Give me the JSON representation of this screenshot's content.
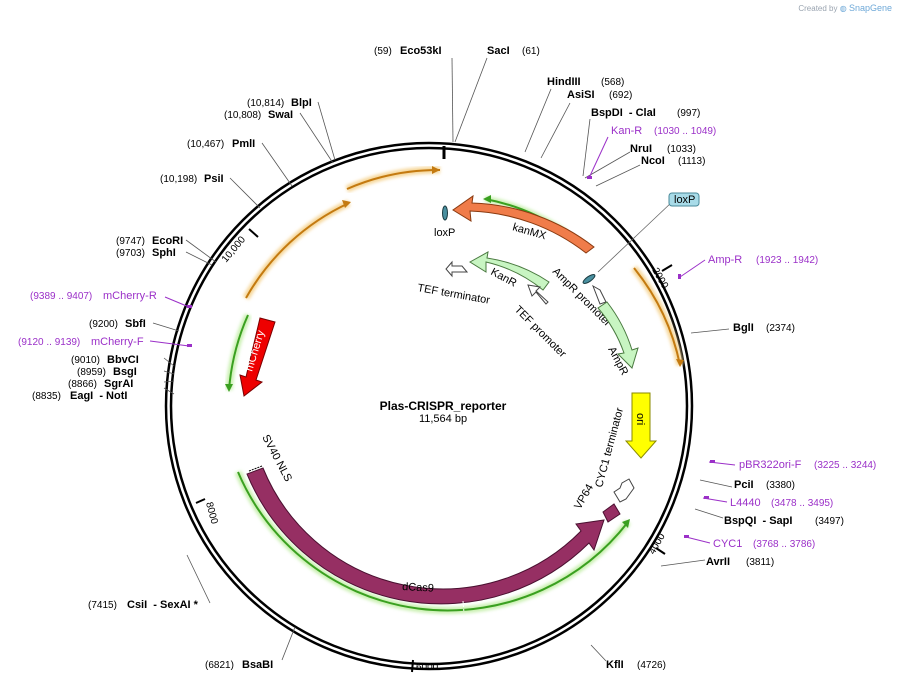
{
  "credit": {
    "prefix": "Created by",
    "brand": "SnapGene"
  },
  "plasmid": {
    "name": "Plas-CRISPR_reporter",
    "size": "11,564 bp"
  },
  "ticks": [
    "10,000",
    "2000",
    "4000",
    "6000",
    "8000"
  ],
  "features": {
    "kanMX": "kanMX",
    "KanR": "KanR",
    "AmpR": "AmpR",
    "AmpR_promoter": "AmpR promoter",
    "TEF_promoter": "TEF promoter",
    "TEF_terminator": "TEF terminator",
    "loxP": "loxP",
    "loxP_box": "loxP",
    "ori": "ori",
    "CYC1_terminator": "CYC1 terminator",
    "VP64": "VP64",
    "SV40_NLS": "SV40 NLS",
    "dCas9": "dCas9",
    "mCherry": "mCherry"
  },
  "enzymes": {
    "Eco53kI": {
      "name": "Eco53kI",
      "pos": "(59)"
    },
    "SacI": {
      "name": "SacI",
      "pos": "(61)"
    },
    "HindIII": {
      "name": "HindIII",
      "pos": "(568)"
    },
    "AsiSI": {
      "name": "AsiSI",
      "pos": "(692)"
    },
    "BspDI_ClaI": {
      "name": "BspDI  - ClaI",
      "pos": "(997)"
    },
    "NruI": {
      "name": "NruI",
      "pos": "(1033)"
    },
    "NcoI": {
      "name": "NcoI",
      "pos": "(1113)"
    },
    "BglI": {
      "name": "BglI",
      "pos": "(2374)"
    },
    "PciI": {
      "name": "PciI",
      "pos": "(3380)"
    },
    "BspQI_SapI": {
      "name": "BspQI  - SapI",
      "pos": "(3497)"
    },
    "AvrII": {
      "name": "AvrII",
      "pos": "(3811)"
    },
    "KflI": {
      "name": "KflI",
      "pos": "(4726)"
    },
    "BsaBI": {
      "name": "BsaBI",
      "pos": "(6821)"
    },
    "CsiI_SexAI": {
      "name": "CsiI  - SexAI *",
      "pos": "(7415)"
    },
    "EagI_NotI": {
      "name": "EagI  - NotI",
      "pos": "(8835)"
    },
    "SgrAI": {
      "name": "SgrAI",
      "pos": "(8866)"
    },
    "BsgI": {
      "name": "BsgI",
      "pos": "(8959)"
    },
    "BbvCI": {
      "name": "BbvCI",
      "pos": "(9010)"
    },
    "SbfI": {
      "name": "SbfI",
      "pos": "(9200)"
    },
    "SphI": {
      "name": "SphI",
      "pos": "(9703)"
    },
    "EcoRI": {
      "name": "EcoRI",
      "pos": "(9747)"
    },
    "PsiI": {
      "name": "PsiI",
      "pos": "(10,198)"
    },
    "PmlI": {
      "name": "PmlI",
      "pos": "(10,467)"
    },
    "SwaI": {
      "name": "SwaI",
      "pos": "(10,808)"
    },
    "BlpI": {
      "name": "BlpI",
      "pos": "(10,814)"
    }
  },
  "primers": {
    "KanR": {
      "name": "Kan-R",
      "range": "(1030 .. 1049)"
    },
    "AmpR": {
      "name": "Amp-R",
      "range": "(1923 .. 1942)"
    },
    "pBR322": {
      "name": "pBR322ori-F",
      "range": "(3225 .. 3244)"
    },
    "L4440": {
      "name": "L4440",
      "range": "(3478 .. 3495)"
    },
    "CYC1": {
      "name": "CYC1",
      "range": "(3768 .. 3786)"
    },
    "mCherryR": {
      "name": "mCherry-R",
      "range": "(9389 .. 9407)"
    },
    "mCherryF": {
      "name": "mCherry-F",
      "range": "(9120 .. 9139)"
    }
  },
  "colors": {
    "kanMX": "#f07c4a",
    "KanR": "#c8f5c2",
    "AmpR": "#c8f5c2",
    "ori": "#ffff00",
    "dCas9": "#962f63",
    "mCherry": "#ee0000",
    "primer": "#9b30c8",
    "orange_arc": "#f0a020",
    "green_arc": "#3aa020"
  }
}
